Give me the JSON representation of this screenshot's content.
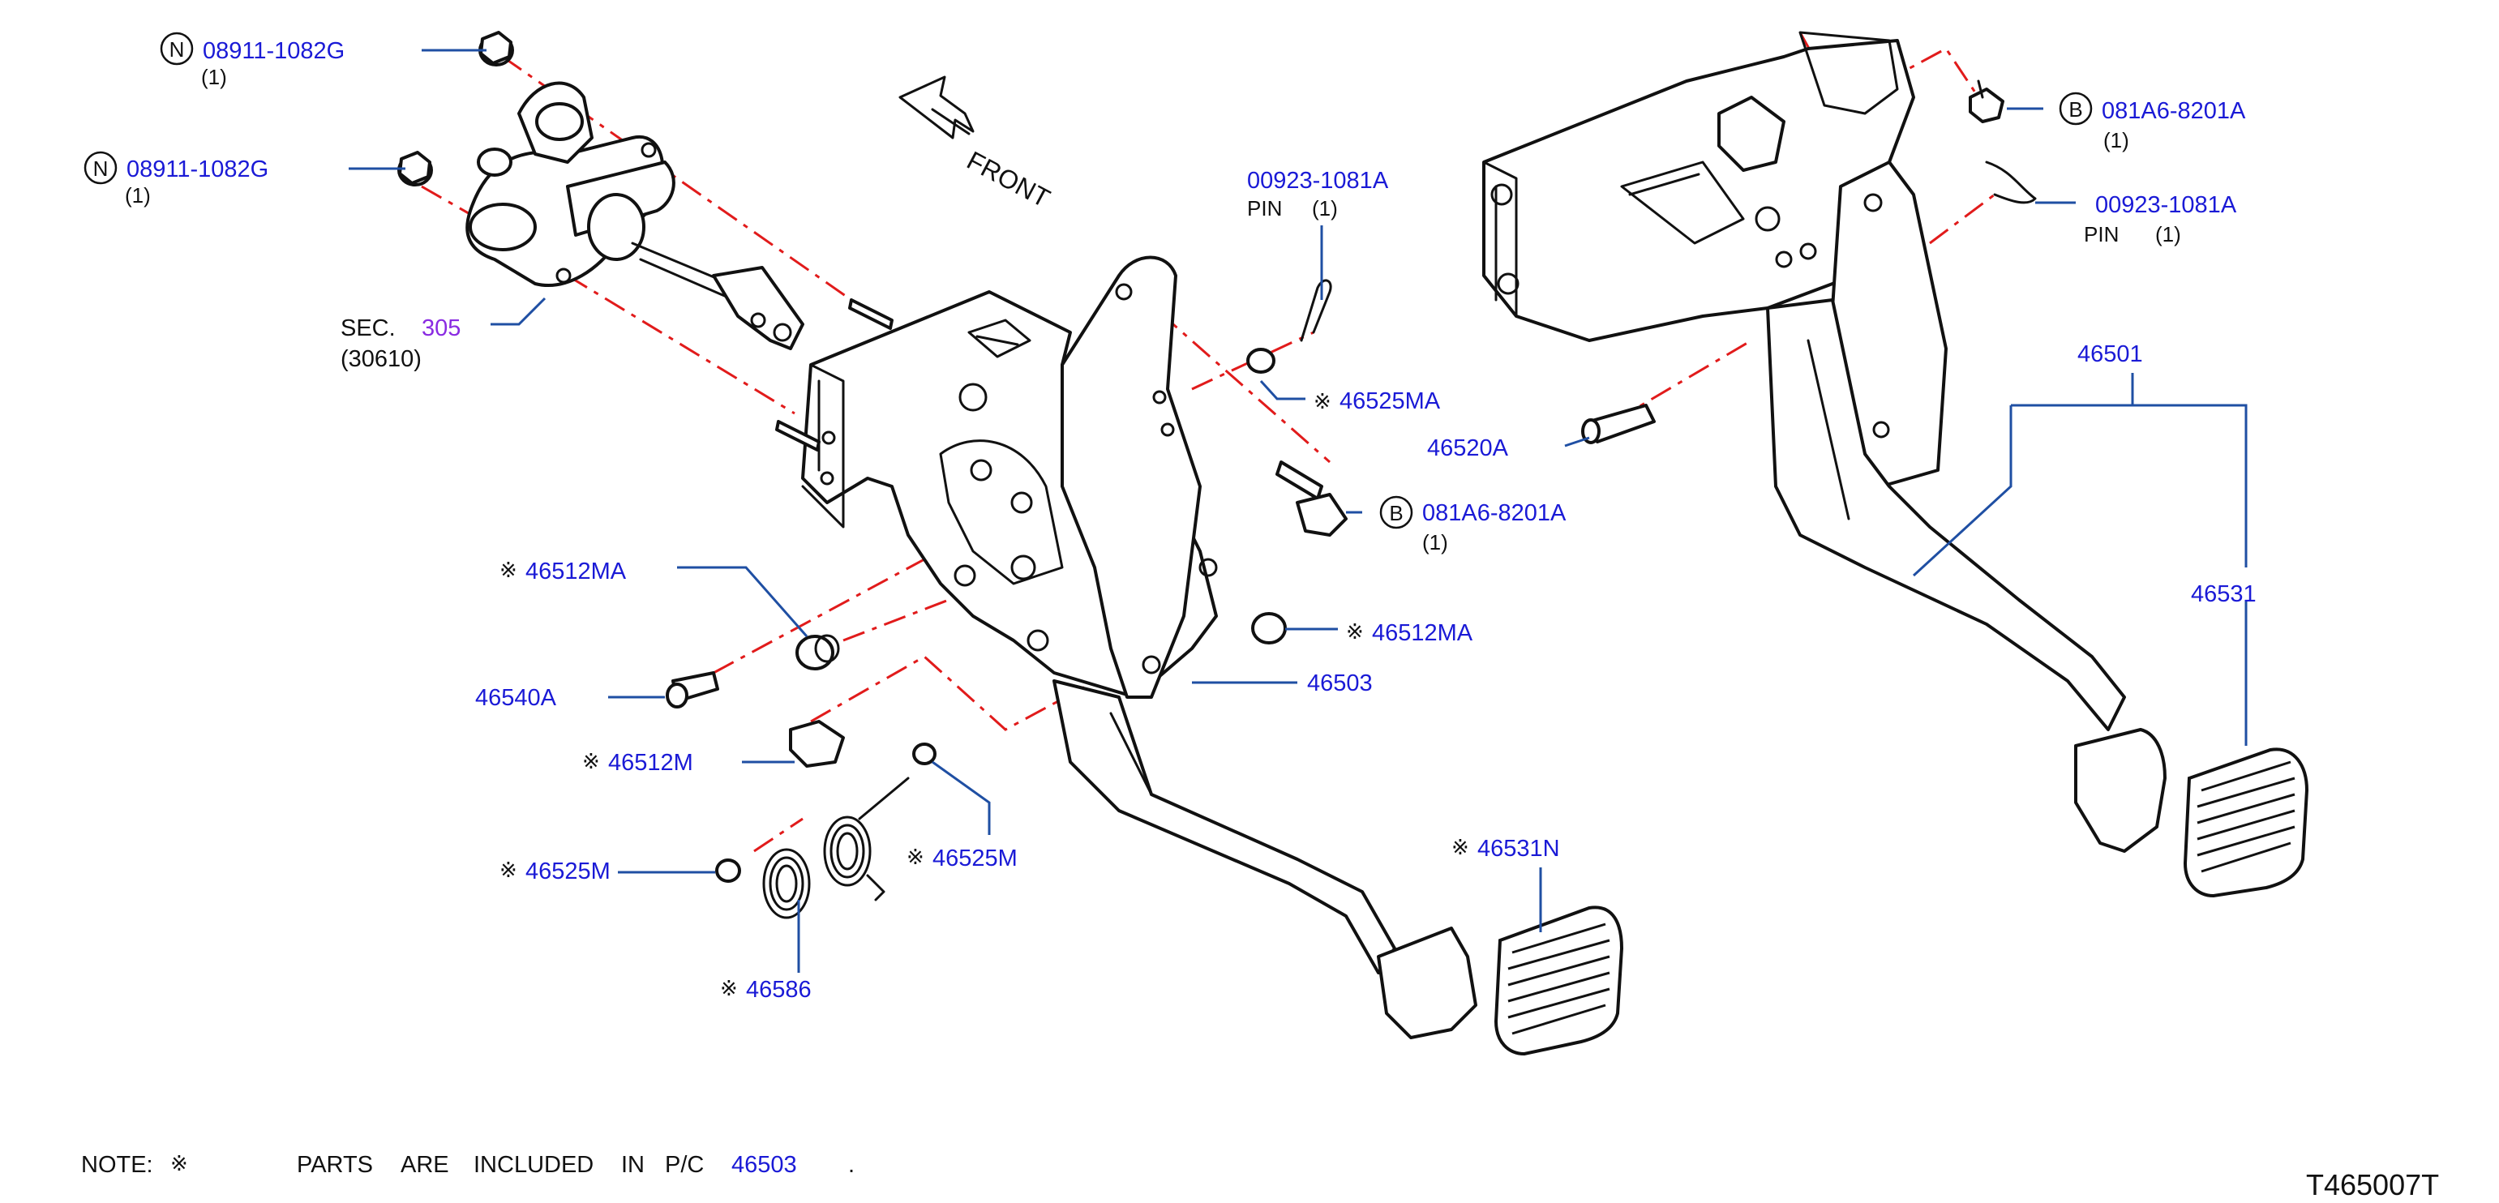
{
  "diagram_code": "T465007T",
  "direction_label": "FRONT",
  "note": {
    "prefix": "NOTE:",
    "mark": "※",
    "w1": "PARTS",
    "w2": "ARE",
    "w3": "INCLUDED",
    "w4": "IN",
    "w5": "P/C",
    "part": "46503",
    "end": "."
  },
  "parts": {
    "n1_code": "08911-1082G",
    "n1_qty": "(1)",
    "n1_mark": "N",
    "n2_code": "08911-1082G",
    "n2_qty": "(1)",
    "n2_mark": "N",
    "sec_label": "SEC.",
    "sec_num": "305",
    "sec_sub": "(30610)",
    "pin1_code": "00923-1081A",
    "pin1_word": "PIN",
    "pin1_qty": "(1)",
    "p46525MA": "46525MA",
    "b1_code": "081A6-8201A",
    "b1_qty": "(1)",
    "b1_mark": "B",
    "p46512MA_a": "46512MA",
    "p46512MA_b": "46512MA",
    "p46540A": "46540A",
    "p46503": "46503",
    "p46512M": "46512M",
    "p46525M_a": "46525M",
    "p46525M_b": "46525M",
    "p46586": "46586",
    "p46531N": "46531N",
    "b2_code": "081A6-8201A",
    "b2_qty": "(1)",
    "b2_mark": "B",
    "pin2_code": "00923-1081A",
    "pin2_word": "PIN",
    "pin2_qty": "(1)",
    "p46501": "46501",
    "p46520A": "46520A",
    "p46531": "46531",
    "star": "※"
  },
  "colors": {
    "label_blue": "#1a1ad6",
    "section_purple": "#8a2be2",
    "leader_blue": "#1f4fa3",
    "dashed_red": "#e11b1b",
    "line_black": "#111111"
  }
}
